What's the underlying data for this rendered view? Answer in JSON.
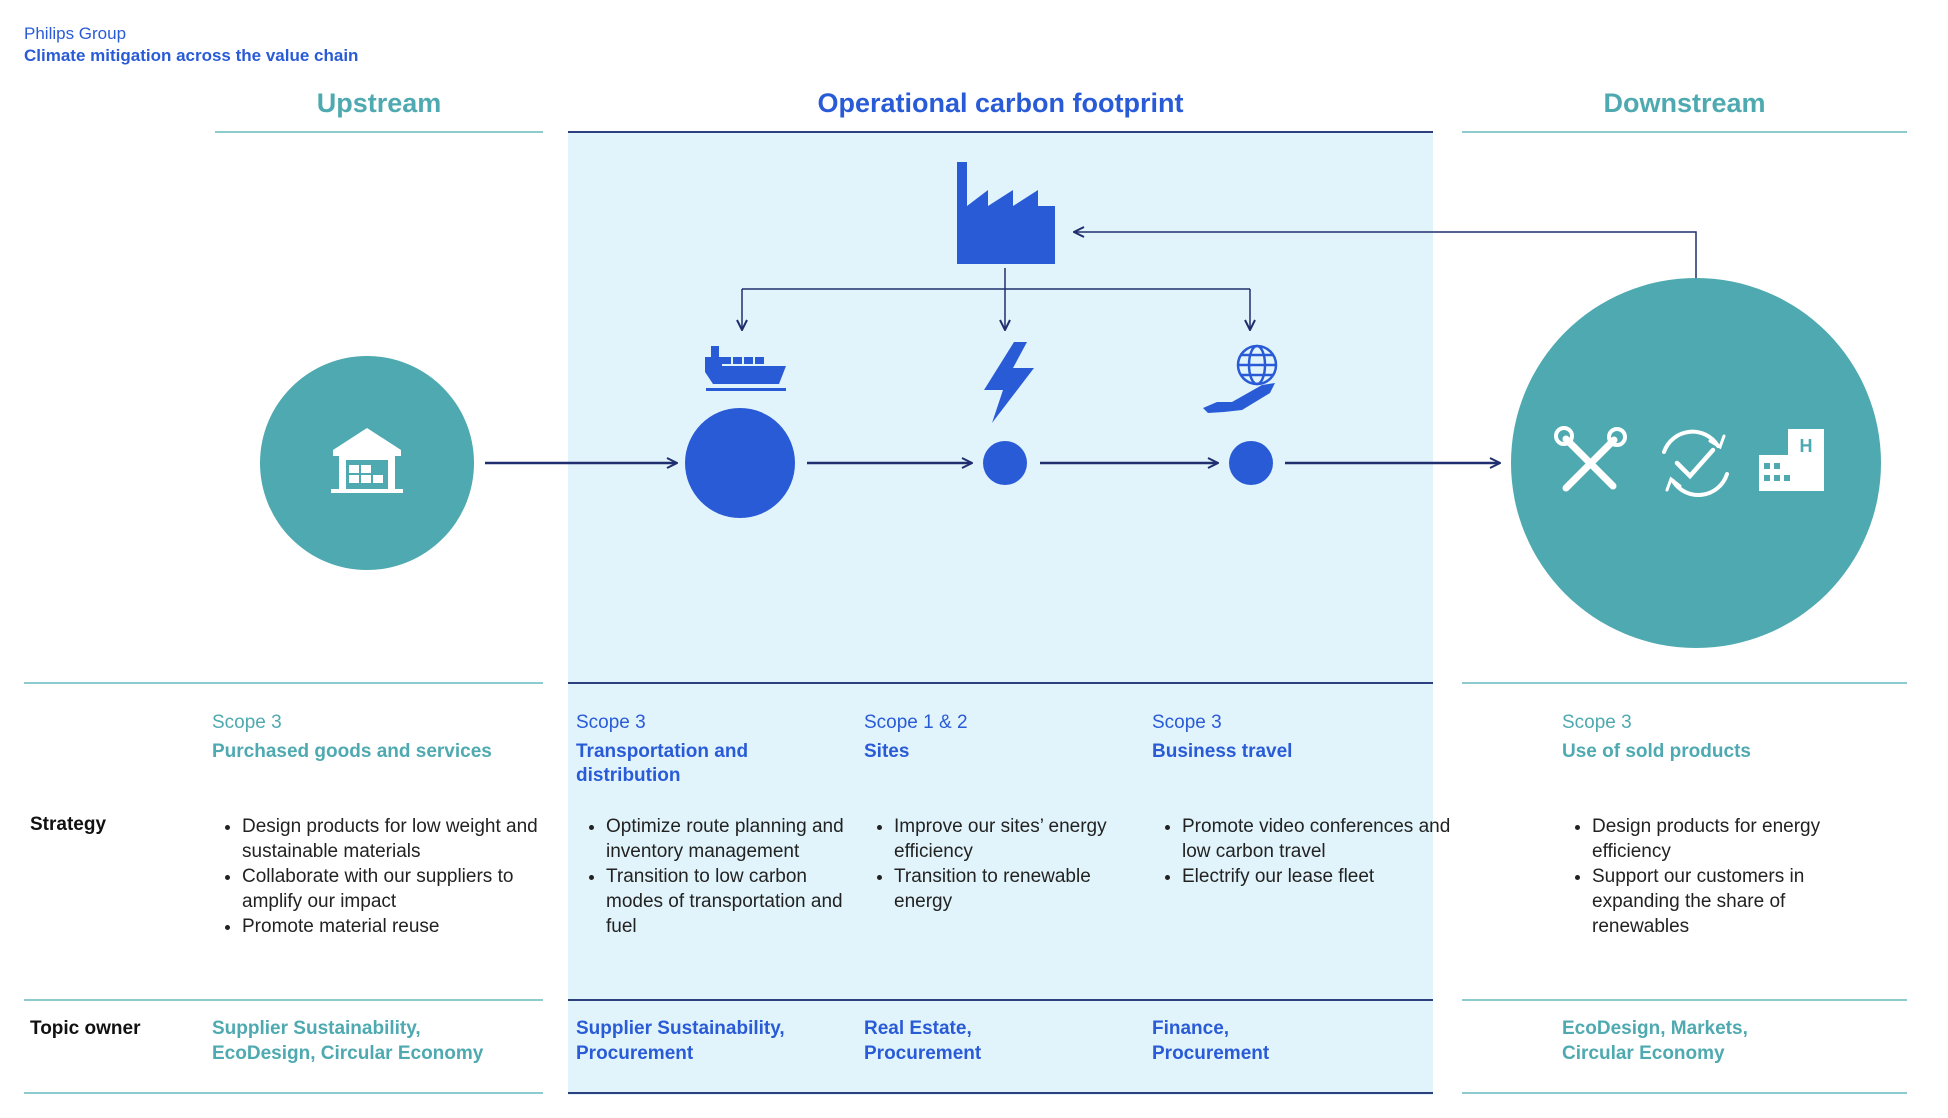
{
  "header": {
    "brand": "Philips Group",
    "title": "Climate mitigation across the value chain"
  },
  "sections": {
    "upstream": "Upstream",
    "operational": "Operational carbon footprint",
    "downstream": "Downstream"
  },
  "row_labels": {
    "strategy": "Strategy",
    "topic_owner": "Topic owner"
  },
  "columns": [
    {
      "scope": "Scope 3",
      "name": "Purchased goods and services",
      "strategy": [
        "Design products for low weight and sustainable materials",
        "Collaborate with our suppliers to amplify our impact",
        "Promote material reuse"
      ],
      "owner": [
        "Supplier Sustainability,",
        "EcoDesign, Circular Economy"
      ]
    },
    {
      "scope": "Scope 3",
      "name": "Transportation and distribution",
      "strategy": [
        "Optimize route planning and inventory management",
        "Transition to low carbon modes of transportation and fuel"
      ],
      "owner": [
        "Supplier Sustainability,",
        "Procurement"
      ]
    },
    {
      "scope": "Scope 1 & 2",
      "name": "Sites",
      "strategy": [
        "Improve our sites’ energy efficiency",
        "Transition to renewable energy"
      ],
      "owner": [
        "Real Estate,",
        "Procurement"
      ]
    },
    {
      "scope": "Scope 3",
      "name": "Business travel",
      "strategy": [
        "Promote video conferences and low carbon travel",
        "Electrify our lease fleet"
      ],
      "owner": [
        "Finance,",
        "Procurement"
      ]
    },
    {
      "scope": "Scope 3",
      "name": "Use of sold products",
      "strategy": [
        "Design products for energy efficiency",
        "Support our customers in expanding the share of renewables"
      ],
      "owner": [
        "EcoDesign, Markets,",
        "Circular Economy"
      ]
    }
  ],
  "icons": {
    "warehouse": "warehouse-icon",
    "factory": "factory-icon",
    "ship": "cargo-ship-icon",
    "lightning": "lightning-icon",
    "plane_globe": "airplane-globe-icon",
    "tools": "wrench-screwdriver-icon",
    "cycle": "circular-check-icon",
    "hospital": "hospital-building-icon"
  },
  "colors": {
    "teal": "#4eaab0",
    "blue": "#2a5bd7",
    "navy": "#1f2e6e",
    "light_blue_bg": "#e1f4fb"
  }
}
